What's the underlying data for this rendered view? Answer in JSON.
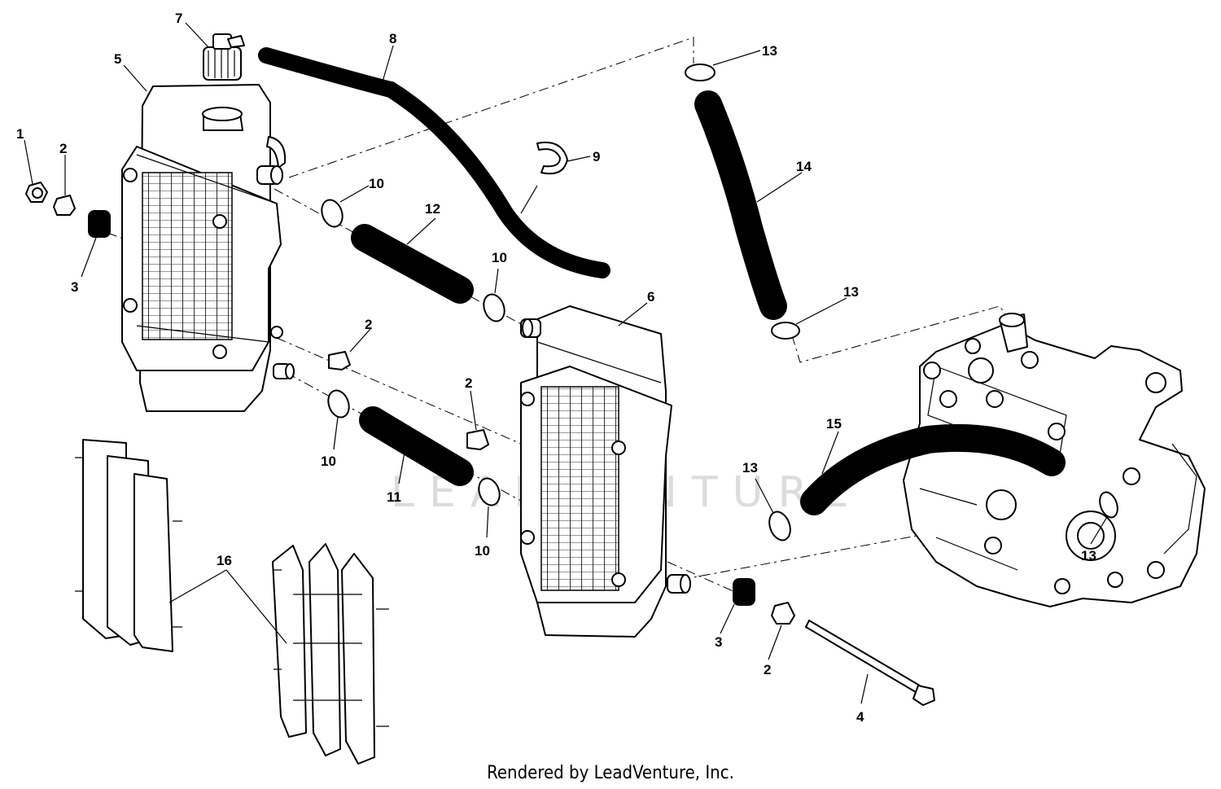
{
  "callouts": {
    "c1": "1",
    "c2a": "2",
    "c2b": "2",
    "c2c": "2",
    "c2d": "2",
    "c3a": "3",
    "c3b": "3",
    "c4": "4",
    "c5": "5",
    "c6": "6",
    "c7": "7",
    "c8": "8",
    "c9": "9",
    "c10a": "10",
    "c10b": "10",
    "c10c": "10",
    "c10d": "10",
    "c11": "11",
    "c12": "12",
    "c13a": "13",
    "c13b": "13",
    "c13c": "13",
    "c13d": "13",
    "c14": "14",
    "c15": "15",
    "c16": "16"
  },
  "watermark": "LEADVENTURE",
  "credit": "Rendered by LeadVenture, Inc."
}
